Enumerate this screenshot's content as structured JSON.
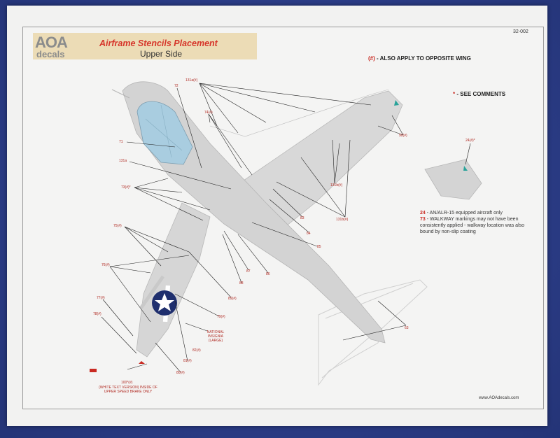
{
  "header": {
    "logo_top": "AOA",
    "logo_bottom": "decals",
    "title": "Airframe Stencils Placement",
    "subtitle": "Upper Side",
    "sheet_code": "32-002"
  },
  "notes": {
    "opposite_marker": "(#)",
    "opposite_text": " - ALSO APPLY TO OPPOSITE WING",
    "comments_marker": "*",
    "comments_text": " - SEE COMMENTS"
  },
  "comments": [
    {
      "num": "24",
      "text": " - AN/ALR-15 equipped aircraft only"
    },
    {
      "num": "73",
      "text": " - WALKWAY markings may not have been consistently applied - walkway location was also bound by non-slip coating"
    }
  ],
  "footer": {
    "url": "www.AOAdecals.com"
  },
  "callouts": {
    "c131a_top": "131a(#)",
    "c72": "72",
    "c74": "74(#)",
    "c71": "71",
    "c131a": "131a",
    "c73": "73(#)*",
    "c75": "75(#)",
    "c76": "76(#)",
    "c77": "77(#)",
    "c78": "78(#)",
    "c79": "79(#)",
    "c80": "80(#)",
    "c81": "81(#)",
    "c82": "82(#)",
    "c83": "83",
    "c84": "84",
    "c85": "85",
    "c86": "86",
    "c87": "87",
    "c88": "88",
    "c89": "89(#)",
    "c90": "90(#)",
    "c131b": "131b(#)",
    "c24": "24(#)*",
    "c63": "63",
    "national": "NATIONAL INSIGNIA (LARGE)",
    "speed_brake_num": "100*(#)",
    "speed_brake_note": "(WHITE TEXT VERSION) INSIDE OF UPPER SPEED BRAKE ONLY"
  },
  "colors": {
    "background": "#2c3f8a",
    "title_red": "#d6352a",
    "callout_red": "#b02a22",
    "header_band": "#ecdcb6",
    "roundel_blue": "#1f2f6e"
  }
}
